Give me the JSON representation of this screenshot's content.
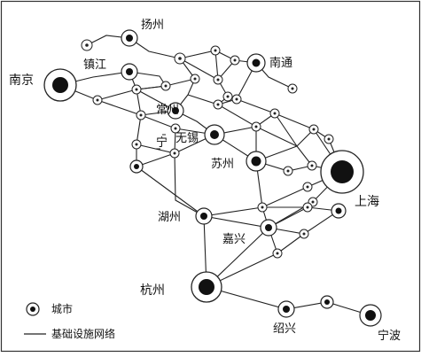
{
  "cities": [
    {
      "id": "yangzhou",
      "name": "扬州"
    },
    {
      "id": "zhenjiang",
      "name": "镇江"
    },
    {
      "id": "nanjing",
      "name": "南京"
    },
    {
      "id": "nantong",
      "name": "南通"
    },
    {
      "id": "changzhou",
      "name": "常州"
    },
    {
      "id": "wuxi",
      "name": "无锡"
    },
    {
      "id": "suzhou",
      "name": "苏州"
    },
    {
      "id": "shanghai",
      "name": "上海"
    },
    {
      "id": "huzhou",
      "name": "湖州"
    },
    {
      "id": "jiaxing",
      "name": "嘉兴"
    },
    {
      "id": "hangzhou",
      "name": "杭州"
    },
    {
      "id": "shaoxing",
      "name": "绍兴"
    },
    {
      "id": "ningbo",
      "name": "宁波"
    },
    {
      "id": "partial",
      "name": "宁"
    }
  ],
  "legend": {
    "city_label": "城市",
    "network_label": "基础设施网络"
  }
}
